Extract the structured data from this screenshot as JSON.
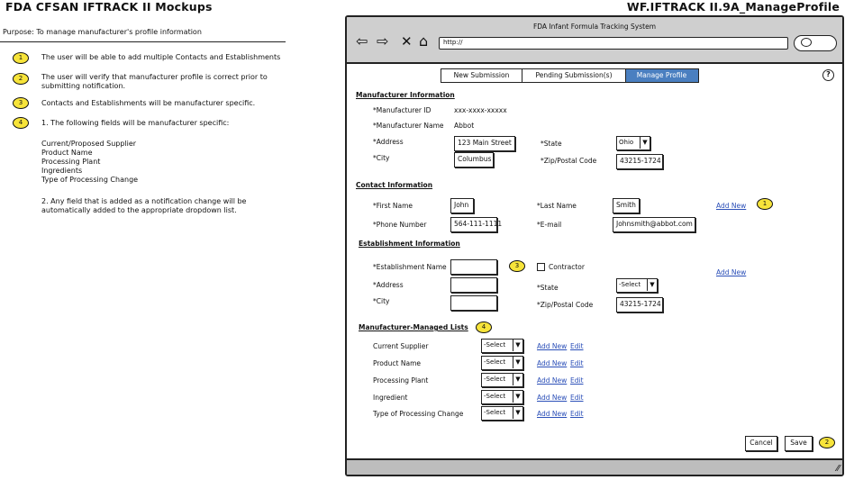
{
  "header": {
    "title": "FDA CFSAN IFTRACK II Mockups",
    "page_id": "WF.IFTRACK II.9A_ManageProfile"
  },
  "purpose": "Purpose: To manage manufacturer's profile information",
  "notes": [
    {
      "badge": "1",
      "text": "The user will be able to add multiple Contacts and Establishments"
    },
    {
      "badge": "2",
      "text": "The user will verify that manufacturer profile is correct prior to submitting notification."
    },
    {
      "badge": "3",
      "text": "Contacts and Establishments will be manufacturer specific."
    },
    {
      "badge": "4",
      "text": "1. The following fields will be manufacturer specific:"
    }
  ],
  "note4_list": [
    "Current/Proposed Supplier",
    "Product Name",
    "Processing Plant",
    "Ingredients",
    "Type of Processing Change"
  ],
  "note4_extra": "2. Any field that is added as a notification change will be automatically added to the appropriate dropdown list.",
  "browser": {
    "title": "FDA Infant Formula Tracking System",
    "url": "http://",
    "icons": {
      "back": "back-arrow-icon",
      "forward": "forward-arrow-icon",
      "stop": "close-icon",
      "home": "home-icon",
      "search": "search-icon",
      "help": "help-icon",
      "resize": "resize-grip-icon"
    }
  },
  "tabs": [
    {
      "label": "New Submission",
      "active": false
    },
    {
      "label": "Pending Submission(s)",
      "active": false
    },
    {
      "label": "Manage Profile",
      "active": true
    }
  ],
  "manufacturer": {
    "heading": "Manufacturer Information",
    "id_label": "*Manufacturer ID",
    "id_value": "xxx-xxxx-xxxxx",
    "name_label": "*Manufacturer Name",
    "name_value": "Abbot",
    "address_label": "*Address",
    "address_value": "123 Main Street",
    "state_label": "*State",
    "state_value": "Ohio",
    "city_label": "*City",
    "city_value": "Columbus",
    "zip_label": "*Zip/Postal Code",
    "zip_value": "43215-1724"
  },
  "contact": {
    "heading": "Contact Information",
    "first_label": "*First Name",
    "first_value": "John",
    "last_label": "*Last Name",
    "last_value": "Smith",
    "add_new": "Add New",
    "phone_label": "*Phone Number",
    "phone_value": "564-111-1111",
    "email_label": "*E-mail",
    "email_value": "Johnsmith@abbot.com"
  },
  "establishment": {
    "heading": "Establishment Information",
    "name_label": "*Establishment Name",
    "contractor_label": "Contractor",
    "add_new": "Add New",
    "address_label": "*Address",
    "state_label": "*State",
    "state_value": "-Select",
    "city_label": "*City",
    "zip_label": "*Zip/Postal Code",
    "zip_value": "43215-1724"
  },
  "lists": {
    "heading": "Manufacturer-Managed Lists",
    "select_value": "-Select",
    "add_new": "Add New",
    "edit": "Edit",
    "items": [
      "Current Supplier",
      "Product Name",
      "Processing Plant",
      "Ingredient",
      "Type of Processing Change"
    ]
  },
  "buttons": {
    "cancel": "Cancel",
    "save": "Save"
  },
  "callouts": {
    "b1": "1",
    "b2": "2",
    "b3": "3",
    "b4": "4"
  },
  "colors": {
    "active_tab": "#4a7fc0",
    "badge": "#f7e43a",
    "link": "#2b4fb8",
    "chrome": "#cfcfcf"
  }
}
